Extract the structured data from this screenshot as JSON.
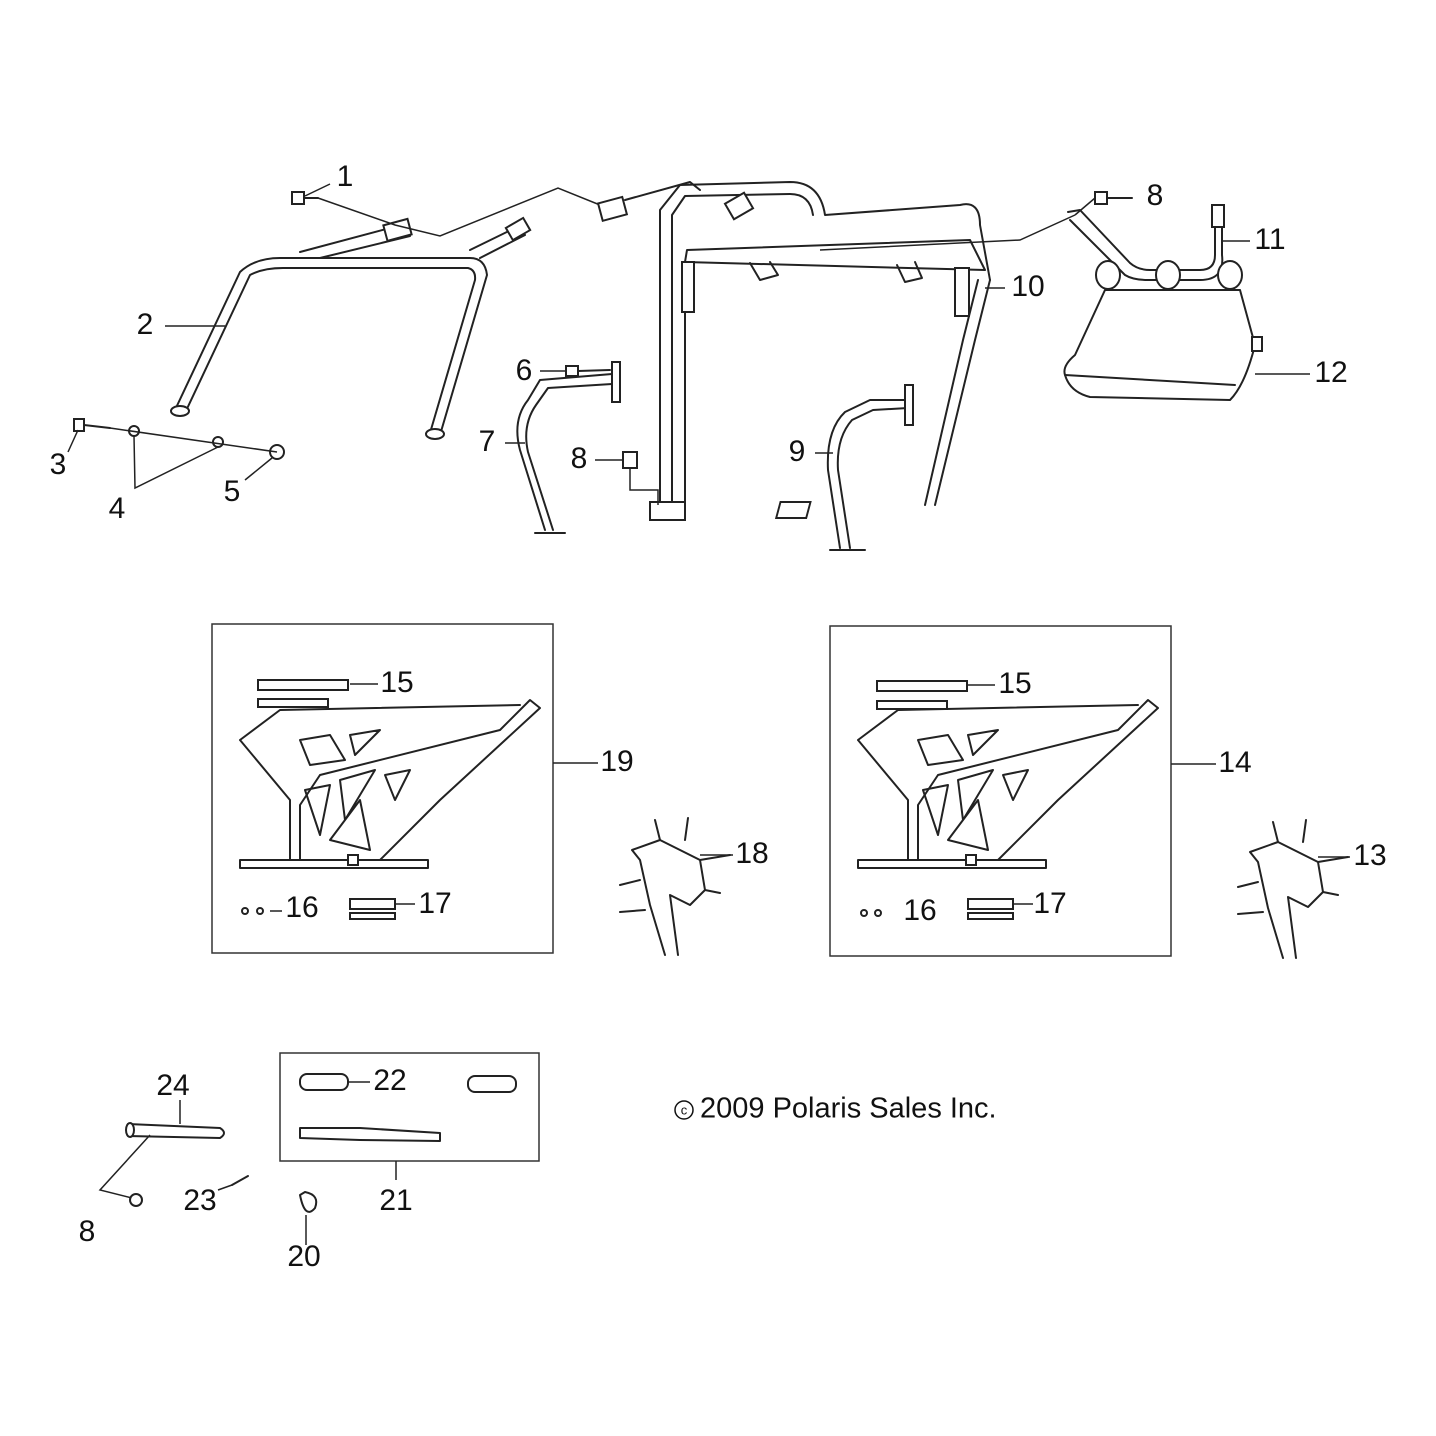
{
  "title": "Cab Frame Parts Diagram",
  "callouts": [
    "1",
    "2",
    "3",
    "4",
    "5",
    "6",
    "7",
    "8",
    "9",
    "10",
    "8",
    "11",
    "12",
    "15",
    "19",
    "18",
    "16",
    "17",
    "15",
    "14",
    "13",
    "16",
    "17",
    "24",
    "22",
    "8",
    "23",
    "21",
    "20"
  ],
  "copyright": "2009 Polaris Sales Inc.",
  "copyright_symbol": "c",
  "boxes": [
    {
      "label": "19",
      "contents": [
        "15",
        "16",
        "17"
      ]
    },
    {
      "label": "14",
      "contents": [
        "15",
        "16",
        "17"
      ]
    },
    {
      "label": "21",
      "contents": [
        "22"
      ]
    }
  ]
}
